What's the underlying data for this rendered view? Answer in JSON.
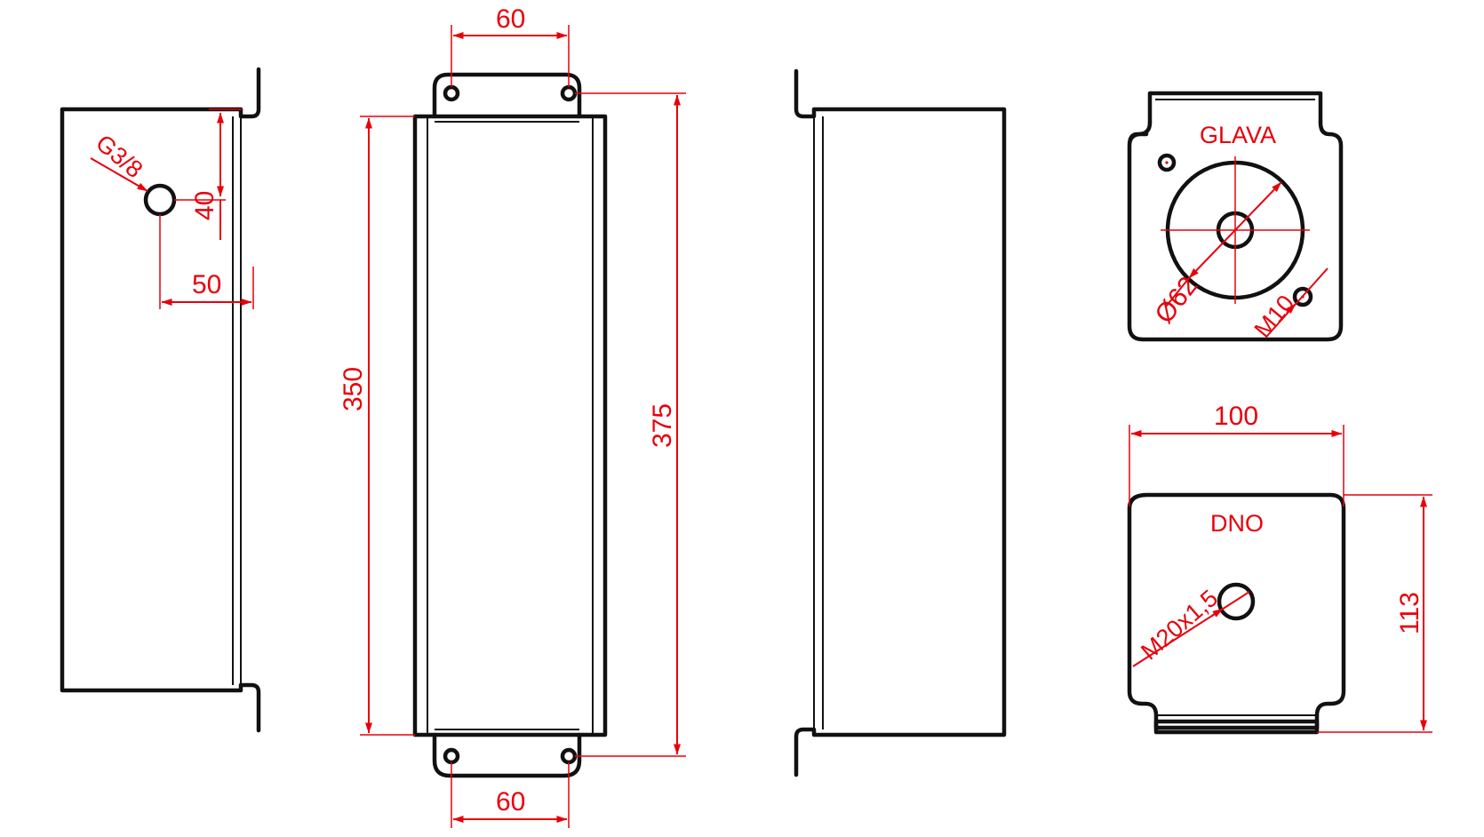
{
  "drawing": {
    "dimensions": {
      "hole_thread": "G3/8",
      "hole_offset_vertical": "40",
      "hole_offset_horizontal": "50",
      "flange_hole_spacing_top": "60",
      "flange_hole_spacing_bottom": "60",
      "body_height": "350",
      "total_height": "375",
      "top_diameter": "Ø62",
      "top_thread": "M10",
      "bottom_width": "100",
      "bottom_height": "113",
      "bottom_thread": "M20x1,5"
    },
    "labels": {
      "top_view": "GLAVA",
      "bottom_view": "DNO"
    },
    "colors": {
      "outline": "#111111",
      "dimension": "#e8000b",
      "background": "#ffffff"
    }
  }
}
